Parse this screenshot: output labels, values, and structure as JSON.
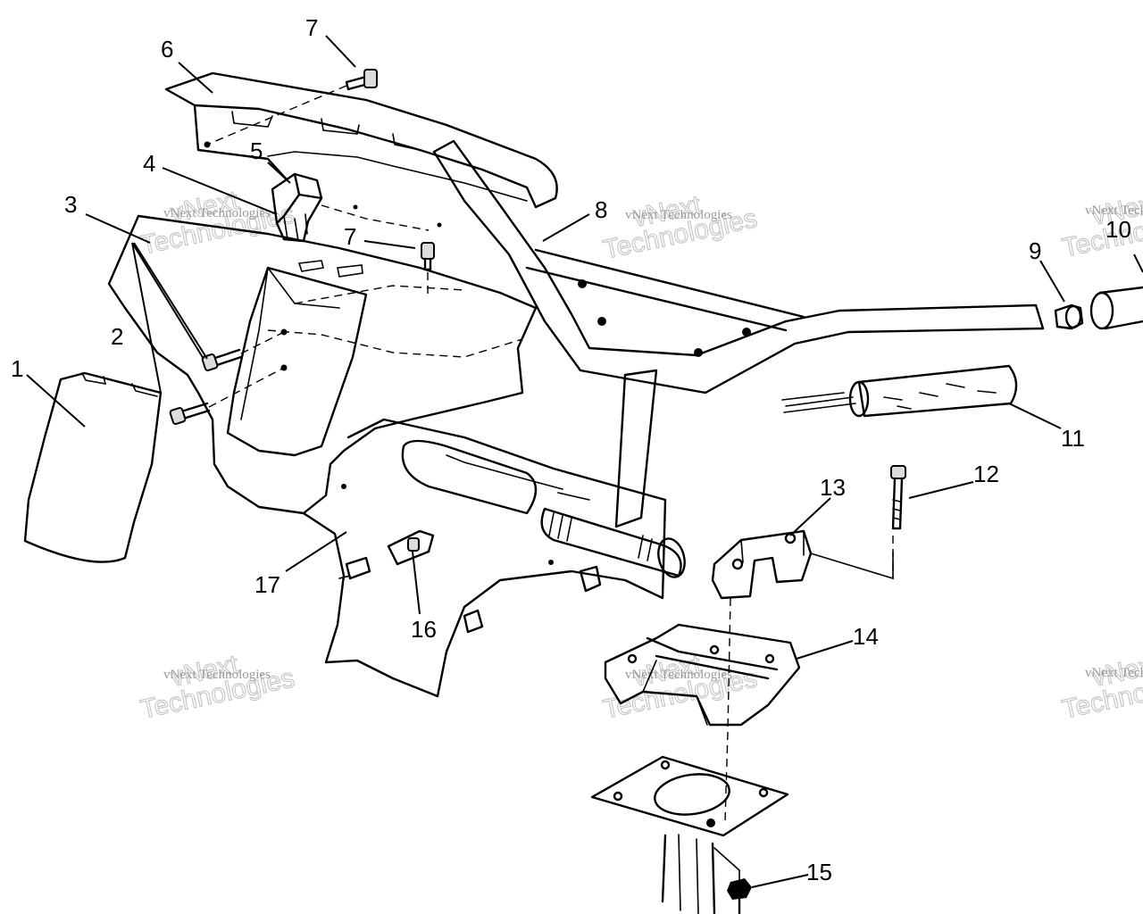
{
  "callouts": [
    {
      "id": "1",
      "label": "1"
    },
    {
      "id": "2",
      "label": "2"
    },
    {
      "id": "3",
      "label": "3"
    },
    {
      "id": "4",
      "label": "4"
    },
    {
      "id": "5",
      "label": "5"
    },
    {
      "id": "6",
      "label": "6"
    },
    {
      "id": "7a",
      "label": "7"
    },
    {
      "id": "7b",
      "label": "7"
    },
    {
      "id": "8",
      "label": "8"
    },
    {
      "id": "9",
      "label": "9"
    },
    {
      "id": "10",
      "label": "10"
    },
    {
      "id": "11",
      "label": "11"
    },
    {
      "id": "12",
      "label": "12"
    },
    {
      "id": "13",
      "label": "13"
    },
    {
      "id": "14",
      "label": "14"
    },
    {
      "id": "15",
      "label": "15"
    },
    {
      "id": "16",
      "label": "16"
    },
    {
      "id": "17",
      "label": "17"
    }
  ],
  "watermark": {
    "line1": "vNext",
    "line2": "Technologies",
    "small": "vNext Technologies"
  }
}
